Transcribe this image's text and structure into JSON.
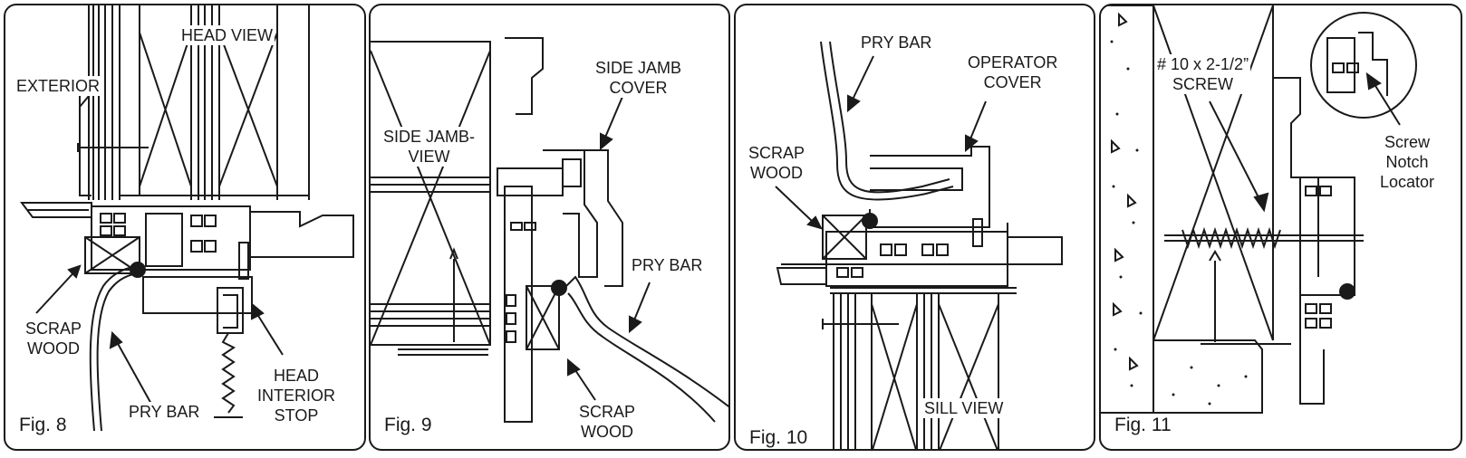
{
  "figures": [
    {
      "caption": "Fig. 8",
      "labels": {
        "head_view": "HEAD VIEW",
        "exterior": "EXTERIOR",
        "scrap_wood": "SCRAP\nWOOD",
        "pry_bar": "PRY BAR",
        "head_interior_stop": "HEAD\nINTERIOR\nSTOP"
      }
    },
    {
      "caption": "Fig. 9",
      "labels": {
        "side_jamb_cover": "SIDE JAMB\nCOVER",
        "side_jamb_view": "SIDE JAMB-\nVIEW",
        "pry_bar": "PRY BAR",
        "scrap_wood": "SCRAP\nWOOD"
      }
    },
    {
      "caption": "Fig. 10",
      "labels": {
        "pry_bar": "PRY BAR",
        "operator_cover": "OPERATOR\nCOVER",
        "scrap_wood": "SCRAP\nWOOD",
        "sill_view": "SILL VIEW"
      }
    },
    {
      "caption": "Fig. 11",
      "labels": {
        "screw": "# 10 x 2-1/2”\nSCREW",
        "screw_notch_locator": "Screw\nNotch\nLocator"
      }
    }
  ]
}
